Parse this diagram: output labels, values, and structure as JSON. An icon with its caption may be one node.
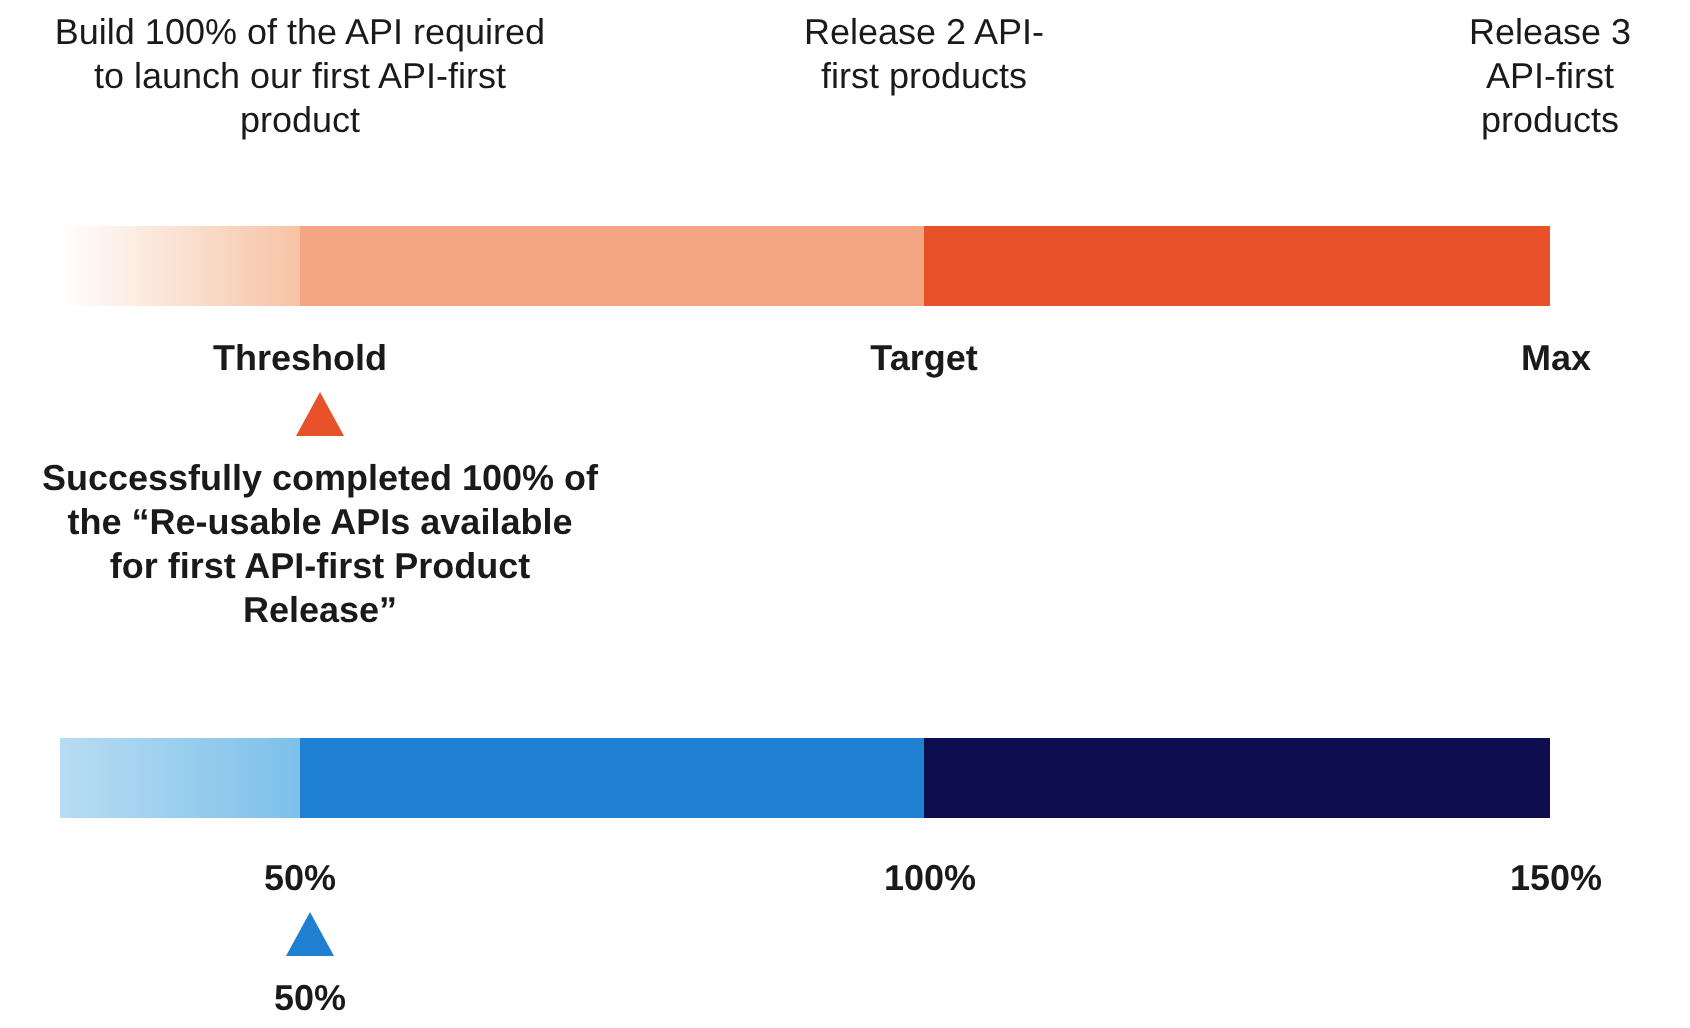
{
  "diagram": {
    "labels": [
      "Build 100% of the API required to launch our first API-first product",
      "Release 2 API-first products",
      "Release 3 API-first products",
      "Threshold",
      "Target",
      "Max",
      "Successfully completed 100% of the “Re-usable APIs available for first API-first Product Release”",
      "50%",
      "100%",
      "150%",
      "50%"
    ]
  }
}
